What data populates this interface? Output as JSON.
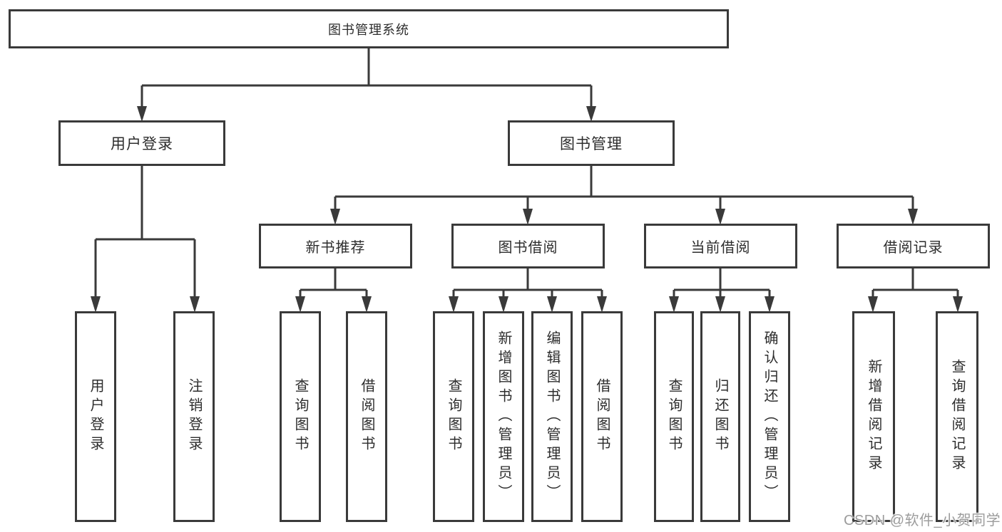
{
  "diagram": {
    "title_node": {
      "label": "图书管理系统"
    },
    "level2": [
      {
        "label": "用户登录"
      },
      {
        "label": "图书管理"
      }
    ],
    "level3": [
      {
        "label": "新书推荐"
      },
      {
        "label": "图书借阅"
      },
      {
        "label": "当前借阅"
      },
      {
        "label": "借阅记录"
      }
    ],
    "leaves": {
      "user_login": [
        {
          "label": "用户登录"
        },
        {
          "label": "注销登录"
        }
      ],
      "new_book": [
        {
          "label": "查询图书"
        },
        {
          "label": "借阅图书"
        }
      ],
      "borrow": [
        {
          "label": "查询图书"
        },
        {
          "label": "新增图书（管理员）"
        },
        {
          "label": "编辑图书（管理员）"
        },
        {
          "label": "借阅图书"
        }
      ],
      "current": [
        {
          "label": "查询图书"
        },
        {
          "label": "归还图书"
        },
        {
          "label": "确认归还（管理员）"
        }
      ],
      "records": [
        {
          "label": "新增借阅记录"
        },
        {
          "label": "查询借阅记录"
        }
      ]
    },
    "colors": {
      "line": "#3a3a3a",
      "text": "#2d2d2d",
      "box_background": "#ffffff",
      "watermark": "#9c9c9c"
    }
  },
  "watermark": {
    "text": "CSDN @软件_小贺同学"
  }
}
